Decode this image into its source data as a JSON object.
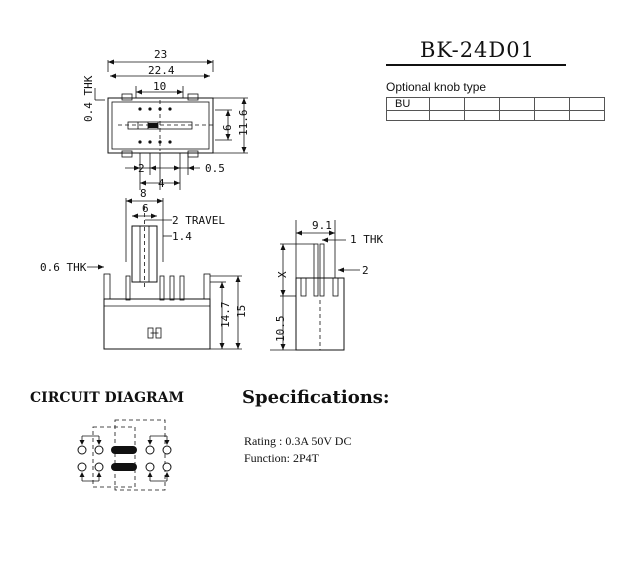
{
  "model": "BK-24D01",
  "optional_knob": {
    "label": "Optional knob type",
    "cells": [
      "BU",
      "",
      "",
      "",
      "",
      ""
    ]
  },
  "top_view": {
    "dim_23": "23",
    "dim_22_4": "22.4",
    "dim_10": "10",
    "dim_0_4_thk": "0.4 THK",
    "dim_6": "6",
    "dim_11_6": "11.6",
    "dim_2": "2",
    "dim_0_5": "0.5",
    "dim_4": "4"
  },
  "front_view": {
    "dim_8": "8",
    "dim_6": "6",
    "travel": "2 TRAVEL",
    "dim_1_4": "1.4",
    "thk_0_6": "0.6 THK",
    "dim_14_7": "14.7",
    "dim_15": "15"
  },
  "side_view": {
    "dim_9_1": "9.1",
    "thk_1": "1 THK",
    "x": "X",
    "dim_2": "2",
    "dim_10_5": "10.5"
  },
  "circuit": {
    "heading": "CIRCUIT DIAGRAM"
  },
  "specifications": {
    "heading": "Specifications:",
    "rating": "Rating : 0.3A 50V DC",
    "function": "Function: 2P4T"
  }
}
